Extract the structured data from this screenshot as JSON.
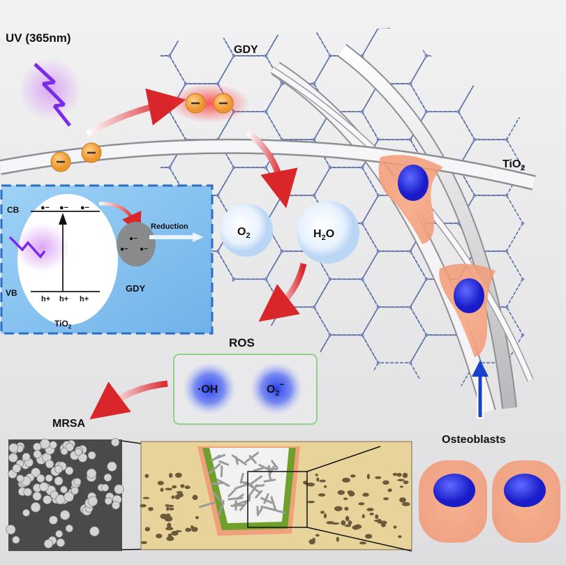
{
  "labels": {
    "uv": "UV (365nm)",
    "gdy": "GDY",
    "tio2_main": "TiO",
    "tio2_sub": "2",
    "ros": "ROS",
    "mrsa": "MRSA",
    "osteoblasts": "Osteoblasts"
  },
  "inset": {
    "cb": "CB",
    "vb": "VB",
    "reduction": "Reduction",
    "holes": [
      "h+",
      "h+",
      "h+"
    ],
    "gdy": "GDY",
    "tio2_main": "TiO",
    "tio2_sub": "2"
  },
  "molecules": {
    "o2_main": "O",
    "o2_sub": "2",
    "h2o_h": "H",
    "h2o_sub": "2",
    "h2o_o": "O"
  },
  "ros_species": {
    "oh": "·OH",
    "o2_main": "O",
    "o2_sub": "2",
    "o2_sup": "−"
  },
  "electron_symbol": "−",
  "colors": {
    "electron": "#f2a23a",
    "arrow": "#d8262a",
    "inset_bg": "#8cc6f0",
    "inset_border": "#2b6fc4",
    "cell": "#f4a27e",
    "nucleus": "#2a2de0",
    "ros_border": "#8fd08a",
    "bone": "#e8d49a",
    "network": "#5a6fa8"
  }
}
